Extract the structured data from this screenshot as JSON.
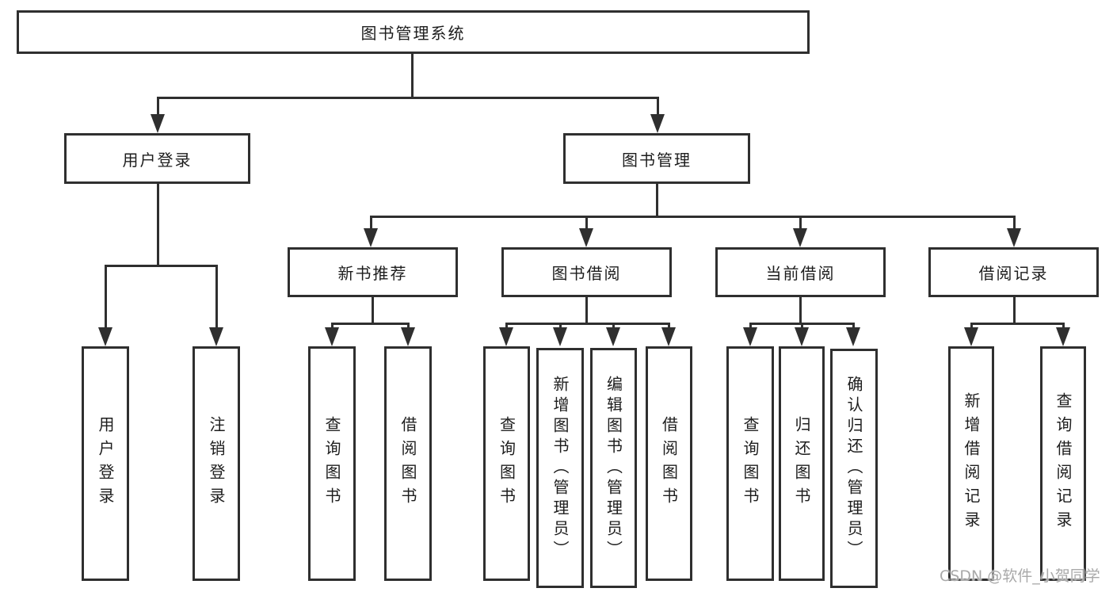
{
  "diagram": {
    "title": "图书管理系统",
    "level2": {
      "user_login": "用户登录",
      "book_mgmt": "图书管理"
    },
    "level3": [
      "新书推荐",
      "图书借阅",
      "当前借阅",
      "借阅记录"
    ],
    "leaves_user_login": [
      "用户登录",
      "注销登录"
    ],
    "leaves_new_book": [
      "查询图书",
      "借阅图书"
    ],
    "leaves_book_borrow": [
      "查询图书",
      "新增图书（管理员）",
      "编辑图书（管理员）",
      "借阅图书"
    ],
    "leaves_current_borrow": [
      "查询图书",
      "归还图书",
      "确认归还（管理员）"
    ],
    "leaves_borrow_records": [
      "新增借阅记录",
      "查询借阅记录"
    ],
    "colors": {
      "line": "#2f2f2f",
      "text": "#1d1d1d",
      "watermark": "#a9a9a9",
      "background": "#ffffff"
    }
  },
  "watermark": "CSDN @软件_小贺同学"
}
